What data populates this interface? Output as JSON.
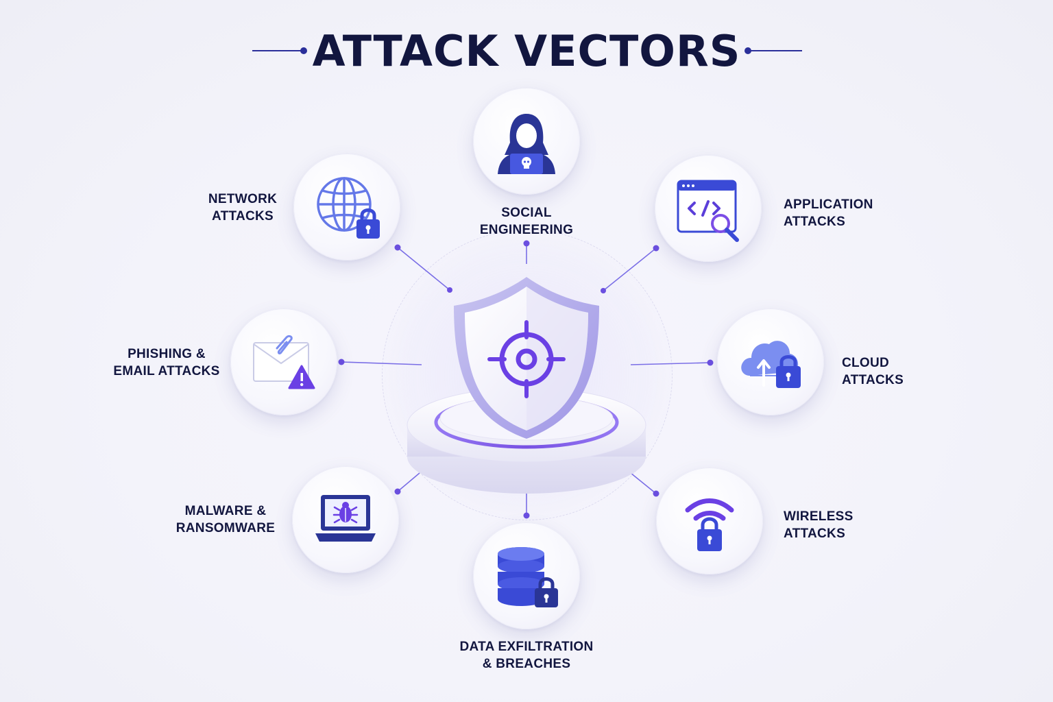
{
  "title": "ATTACK VECTORS",
  "colors": {
    "navy": "#12163f",
    "accent": "#5b3fd9",
    "accent_light": "#7c6cf0",
    "icon_blue": "#3a4ad6",
    "background": "#f3f3fa"
  },
  "center": {
    "icon": "shield-target-icon"
  },
  "vectors": [
    {
      "label_line1": "SOCIAL",
      "label_line2": "ENGINEERING",
      "icon": "hooded-hacker-icon"
    },
    {
      "label_line1": "APPLICATION",
      "label_line2": "ATTACKS",
      "icon": "code-window-icon"
    },
    {
      "label_line1": "CLOUD",
      "label_line2": "ATTACKS",
      "icon": "cloud-lock-icon"
    },
    {
      "label_line1": "WIRELESS",
      "label_line2": "ATTACKS",
      "icon": "wifi-lock-icon"
    },
    {
      "label_line1": "DATA EXFILTRATION",
      "label_line2": "& BREACHES",
      "icon": "database-lock-icon"
    },
    {
      "label_line1": "MALWARE &",
      "label_line2": "RANSOMWARE",
      "icon": "laptop-bug-icon"
    },
    {
      "label_line1": "PHISHING &",
      "label_line2": "EMAIL ATTACKS",
      "icon": "envelope-warning-icon"
    },
    {
      "label_line1": "NETWORK",
      "label_line2": "ATTACKS",
      "icon": "globe-lock-icon"
    }
  ]
}
